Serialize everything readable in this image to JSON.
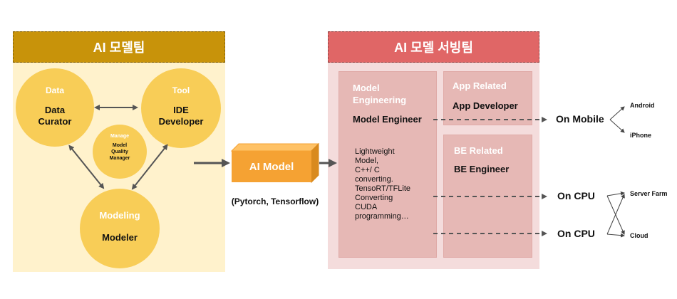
{
  "left_panel": {
    "title": "AI 모델팀",
    "data_circle": {
      "sub": "Data",
      "main": "Data\nCurator"
    },
    "tool_circle": {
      "sub": "Tool",
      "main": "IDE\nDeveloper"
    },
    "manage_circle": {
      "sub": "Manage",
      "main": "Model\nQuality\nManager"
    },
    "modeling_circle": {
      "sub": "Modeling",
      "main": "Modeler"
    }
  },
  "ai_model": {
    "label": "AI Model",
    "caption": "(Pytorch, Tensorflow)"
  },
  "right_panel": {
    "title": "AI 모델 서빙팀",
    "model_engineering": {
      "sub": "Model\nEngineering",
      "main": "Model Engineer",
      "tasks": "Lightweight\nModel,\nC++/ C\nconverting.\nTensoRT/TFLite\nConverting\nCUDA\nprogramming…"
    },
    "app_related": {
      "sub": "App Related",
      "main": "App Developer"
    },
    "be_related": {
      "sub": "BE Related",
      "main": "BE Engineer"
    }
  },
  "targets": {
    "mobile": "On Mobile",
    "cpu1": "On CPU",
    "cpu2": "On CPU",
    "android": "Android",
    "iphone": "iPhone",
    "server_farm": "Server Farm",
    "cloud": "Cloud"
  },
  "colors": {
    "left_title_bg": "#c8930a",
    "left_panel_bg": "#fff2cc",
    "circle": "#f8cd57",
    "ai_model": "#f5a233",
    "right_title_bg": "#e06666",
    "right_panel_bg": "#f4dcdc",
    "pink_box": "#e6b8b5"
  }
}
